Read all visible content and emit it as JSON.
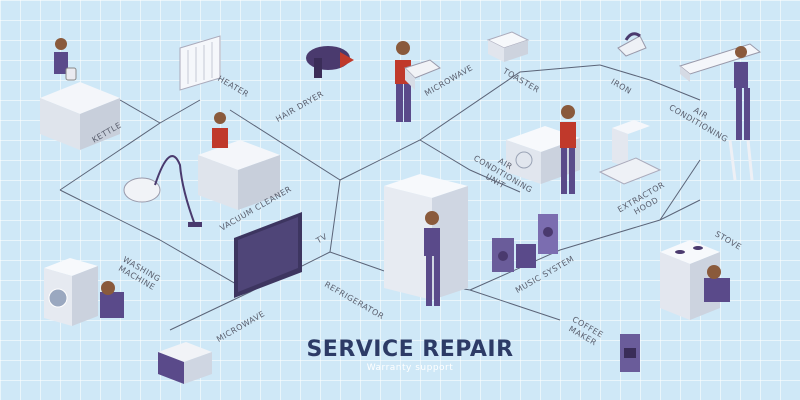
{
  "title": "SERVICE REPAIR",
  "subtitle": "Warranty support",
  "labels": {
    "kettle": "KETTLE",
    "heater": "HEATER",
    "hair_dryer": "HAIR DRYER",
    "microwave_top": "MICROWAVE",
    "toaster": "TOASTER",
    "iron": "IRON",
    "air_conditioning": "AIR CONDITIONING",
    "air_conditioning_unit": "AIR CONDITIONING UNIT",
    "vacuum_cleaner": "VACUUM CLEANER",
    "tv": "TV",
    "extractor_hood": "EXTRACTOR HOOD",
    "stove": "STOVE",
    "washing_machine": "WASHING MACHINE",
    "refrigerator": "REFRIGERATOR",
    "music_system": "MUSIC SYSTEM",
    "microwave_bottom": "MICROWAVE",
    "coffee_maker": "COFFEE MAKER"
  },
  "colors": {
    "background": "#cfe8f7",
    "connector": "#5b6478",
    "title": "#2d3b66",
    "appliance": "#e9edf3",
    "worker_uniform": "#5a4a8a",
    "worker_shirt": "#c0392b"
  }
}
